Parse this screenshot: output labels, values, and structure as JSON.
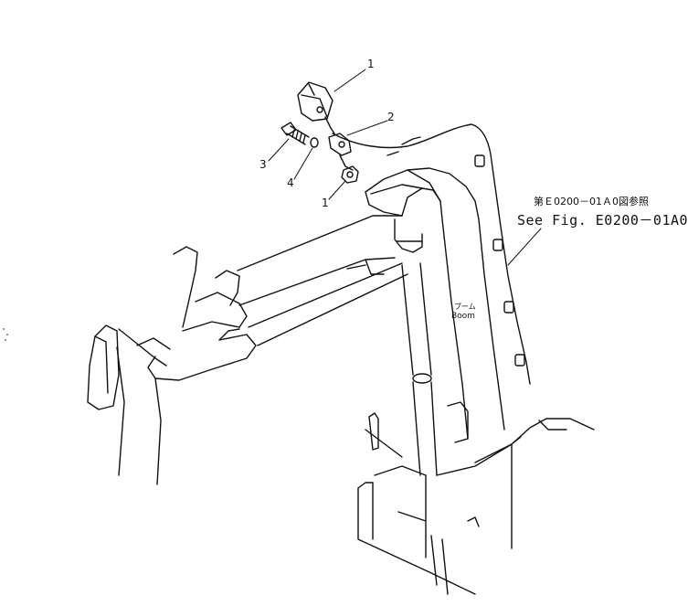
{
  "callouts": {
    "part_1_top": "1",
    "part_2": "2",
    "part_3": "3",
    "part_4": "4",
    "part_1_bottom": "1"
  },
  "reference": {
    "japanese": "第Ｅ0200－01Ａ0図参照",
    "english": "See Fig. E0200－01A0"
  },
  "boom_label": {
    "japanese": "ブーム",
    "english": "Boom"
  }
}
